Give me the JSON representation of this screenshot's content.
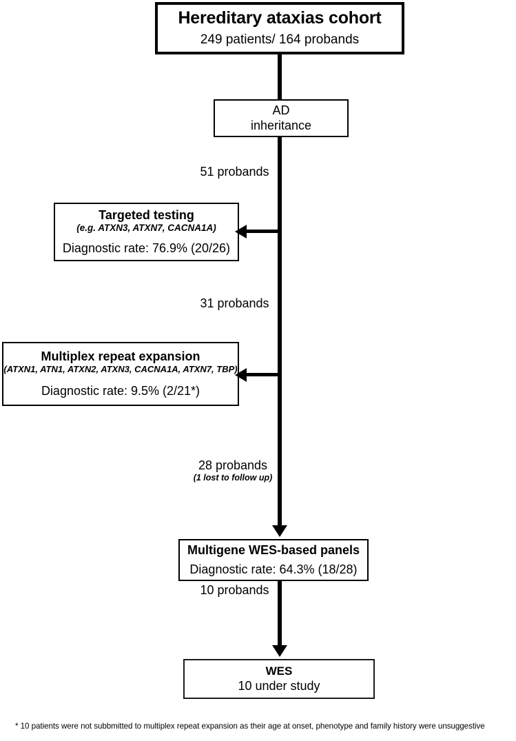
{
  "diagram": {
    "type": "flowchart",
    "nodes": [
      {
        "id": "cohort",
        "title": "Hereditary ataxias cohort",
        "detail": "249 patients/ 164 probands"
      },
      {
        "id": "ad-inheritance",
        "line1": "AD",
        "line2": "inheritance"
      },
      {
        "id": "targeted-testing",
        "title": "Targeted testing",
        "genes": "(e.g. ATXN3, ATXN7, CACNA1A)",
        "detail": "Diagnostic rate: 76.9% (20/26)"
      },
      {
        "id": "multiplex-repeat-expansion",
        "title": "Multiplex repeat expansion",
        "genes": "(ATXN1, ATN1, ATXN2, ATXN3, CACNA1A, ATXN7, TBP)",
        "detail": "Diagnostic rate: 9.5% (2/21*)"
      },
      {
        "id": "multigene-wes-panels",
        "title": "Multigene WES-based panels",
        "detail": "Diagnostic rate: 64.3% (18/28)"
      },
      {
        "id": "wes",
        "title": "WES",
        "detail": "10 under study"
      }
    ],
    "edge_labels": [
      {
        "id": "after-ad",
        "count": "51 probands",
        "note": ""
      },
      {
        "id": "after-targeted",
        "count": "31 probands",
        "note": ""
      },
      {
        "id": "after-multiplex",
        "count": "28 probands",
        "note": "(1 lost to follow up)"
      },
      {
        "id": "after-panels",
        "count": "10 probands",
        "note": ""
      }
    ],
    "footnote": "* 10 patients were not subbmitted to multiplex repeat expansion as their age at onset, phenotype and family history were unsuggestive",
    "colors": {
      "stroke": "#000000",
      "background": "#ffffff",
      "text": "#000000"
    }
  }
}
